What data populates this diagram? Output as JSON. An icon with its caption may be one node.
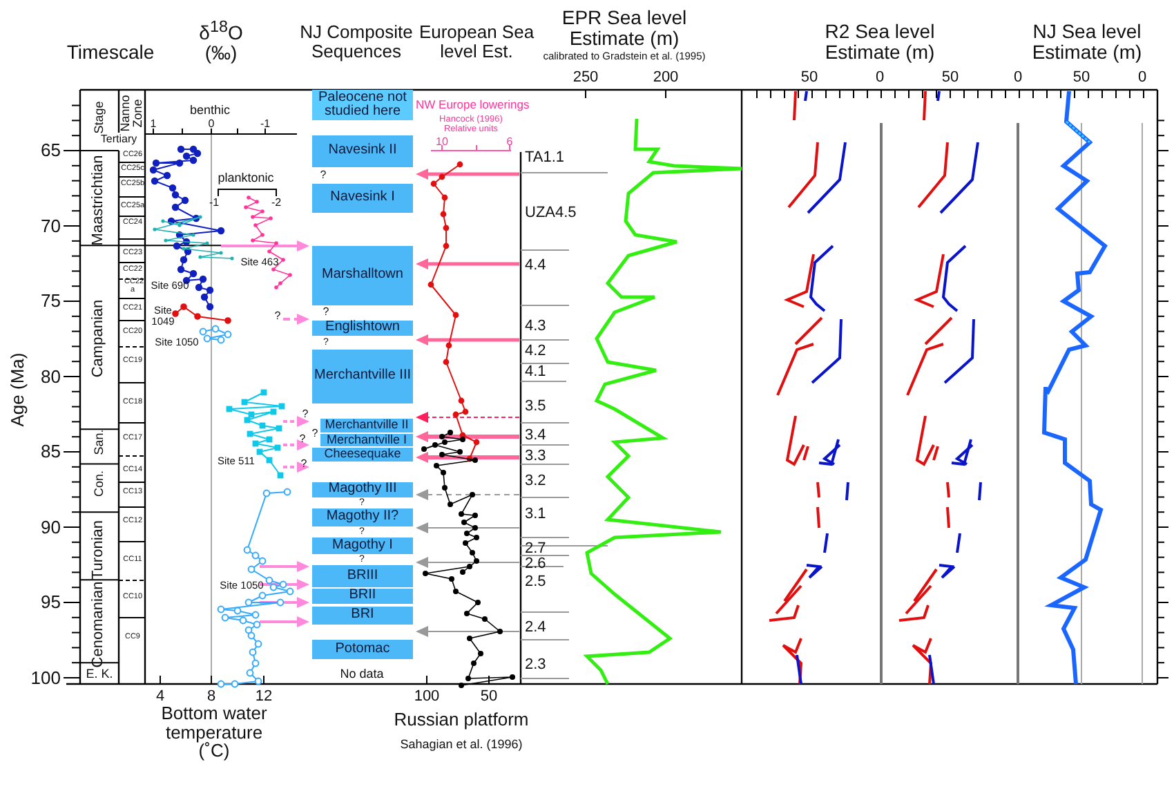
{
  "diagram": {
    "nodes": [
      {
        "text": [
          "Paleocene not studied here"
        ]
      },
      {
        "text": [
          "Navesink II"
        ]
      },
      {
        "text": [
          "Navesink I"
        ]
      },
      {
        "text": [
          "Marshalltown"
        ]
      },
      {
        "text": [
          "Englishtown"
        ]
      },
      {
        "text": [
          "Merchantville III"
        ]
      },
      {
        "text": [
          "Merchantville II"
        ]
      },
      {
        "text": [
          "Merchantville I"
        ]
      },
      {
        "text": [
          "Cheesequake"
        ]
      },
      {
        "text": [
          "Magothy III"
        ]
      },
      {
        "text": [
          "Magothy II?"
        ]
      },
      {
        "text": [
          "Magothy I"
        ]
      },
      {
        "text": [
          "BRIII"
        ]
      },
      {
        "text": [
          "BRII"
        ]
      },
      {
        "text": [
          "BRI"
        ]
      },
      {
        "text": [
          "Potomac"
        ]
      }
    ],
    "labels": [
      "Timescale",
      "δ$^{18}$O (‰)",
      "NJ Composite Sequences",
      "European Sea level Est.",
      "EPR Sea level Estimate (m)",
      "calibrated to Gradstein et al. (1995)",
      "R2 Sea level Estimate (m)",
      "NJ Sea level Estimate (m)",
      "250",
      "200",
      "50",
      "0",
      "50",
      "0",
      "50",
      "0",
      "Stage",
      "Nanno Zone",
      "Tertiary",
      "Maastrichtian",
      "Campanian",
      "San.",
      "Con.",
      "Turonian",
      "Cenomanian",
      "E. K.",
      "CC26",
      "CC25c",
      "CC25b",
      "CC25a",
      "CC24",
      "CC23",
      "CC22",
      "CC22 a",
      "CC21",
      "CC20",
      "CC19",
      "CC18",
      "CC17",
      "CC14",
      "CC13",
      "CC12",
      "CC11",
      "CC10",
      "CC9",
      "Age (Ma)",
      "65",
      "70",
      "75",
      "80",
      "85",
      "90",
      "95",
      "100",
      "benthic",
      "1",
      "0",
      "-1",
      "planktonic",
      "-1",
      "-2",
      "Site 463",
      "Site 690",
      "Site 1049",
      "Site 1050",
      "?",
      "Site 511",
      "?",
      "?",
      "?",
      "Site 1050",
      "4",
      "8",
      "12",
      "Bottom water temperature (˚C)",
      "NW Europe lowerings",
      "Hancock (1996) Relative units",
      "10",
      "6",
      "100",
      "50",
      "Russian platform",
      "Sahagian et al. (1996)",
      "?",
      "?",
      "?",
      "?",
      "?",
      "?",
      "?",
      "No data",
      "TA1.1",
      "UZA4.5",
      "4.4",
      "4.3",
      "4.2",
      "4.1",
      "3.5",
      "3.4",
      "3.3",
      "3.2",
      "3.1",
      "2.7",
      "2.6",
      "2.5",
      "2.4",
      "2.3"
    ]
  }
}
